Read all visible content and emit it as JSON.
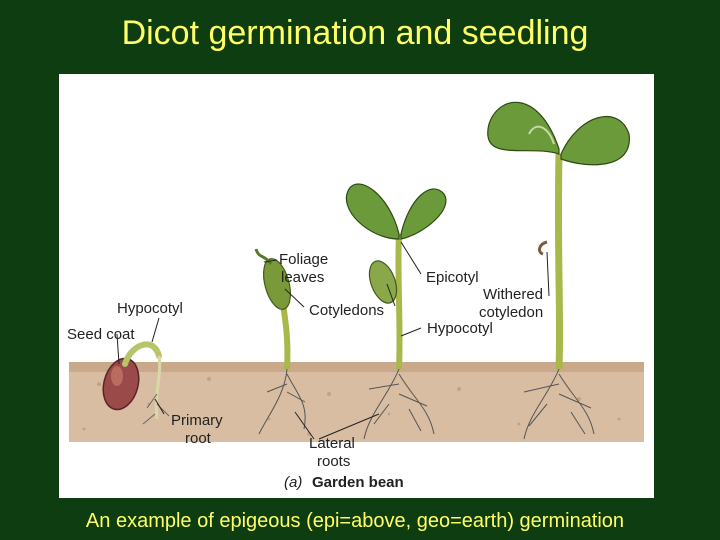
{
  "title": "Dicot germination and seedling",
  "caption": "An example of epigeous (epi=above, geo=earth) germination",
  "figure": {
    "panel_label": "(a)",
    "panel_name": "Garden bean",
    "labels": {
      "seed_coat": "Seed coat",
      "hypocotyl_left": "Hypocotyl",
      "primary_root_1": "Primary",
      "primary_root_2": "root",
      "foliage_leaves_1": "Foliage",
      "foliage_leaves_2": "leaves",
      "cotyledons": "Cotyledons",
      "epicotyl": "Epicotyl",
      "withered_cotyledon_1": "Withered",
      "withered_cotyledon_2": "cotyledon",
      "hypocotyl_right": "Hypocotyl",
      "lateral_roots_1": "Lateral",
      "lateral_roots_2": "roots"
    }
  },
  "colors": {
    "background": "#0f3d12",
    "title_text": "#ffff66",
    "soil": "#c9a98a",
    "stem": "#a8b84a",
    "leaf": "#6b9a3a",
    "seed": "#9b4a4a"
  }
}
